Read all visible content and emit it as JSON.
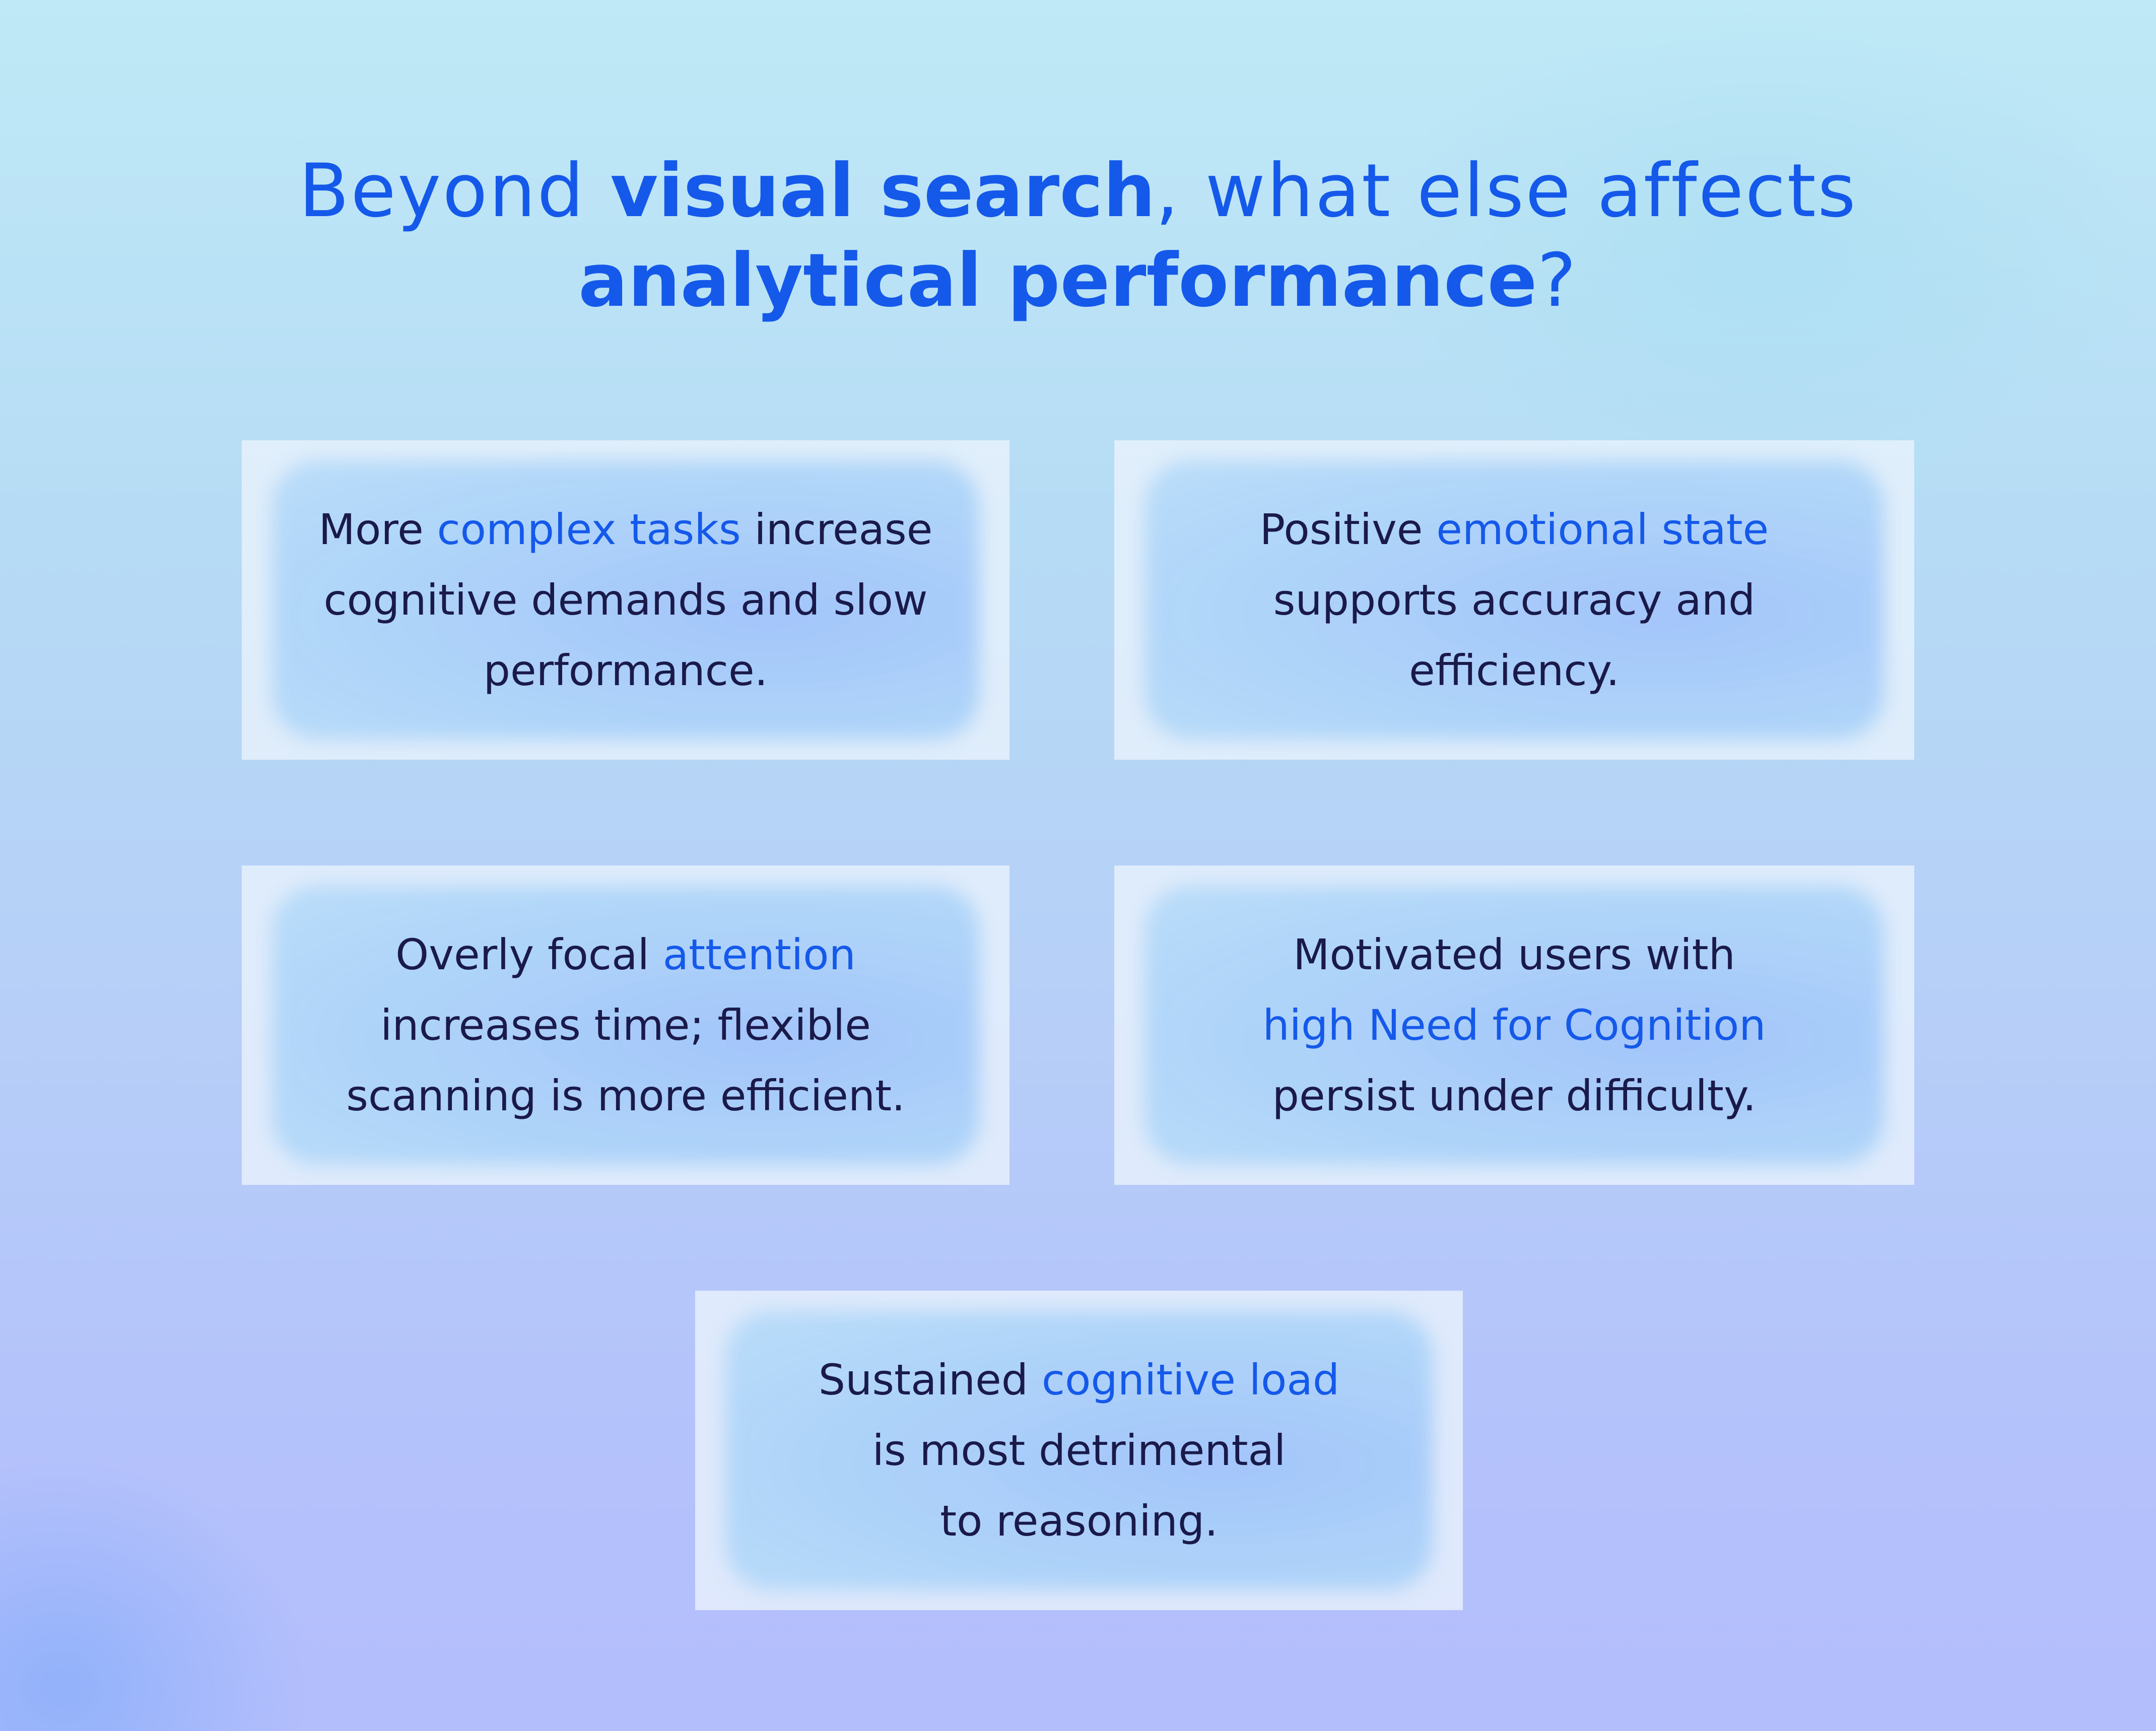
{
  "heading": {
    "line1_pre": "Beyond ",
    "line1_bold": "visual search",
    "line1_post": ", what else affects",
    "line2_bold": "analytical performance",
    "line2_post": "?"
  },
  "colors": {
    "accent": "#1559ea",
    "body_text": "#1a1a4a",
    "card_bg": "#eaf3fd"
  },
  "cards": [
    {
      "line1_pre": "More ",
      "line1_hl": "complex tasks",
      "line1_post": " increase",
      "line2": "cognitive demands and slow",
      "line3": "performance."
    },
    {
      "line1_pre": "Positive ",
      "line1_hl": "emotional state",
      "line2": "supports accuracy and",
      "line3": "efficiency."
    },
    {
      "line1_pre": "Overly focal ",
      "line1_hl": "attention",
      "line2": "increases time; flexible",
      "line3": "scanning is more efficient."
    },
    {
      "line1": "Motivated users with",
      "line2_hl": "high Need for Cognition",
      "line3": "persist under difficulty."
    },
    {
      "line1_pre": "Sustained ",
      "line1_hl": "cognitive load",
      "line2": "is most detrimental",
      "line3": "to reasoning."
    }
  ]
}
